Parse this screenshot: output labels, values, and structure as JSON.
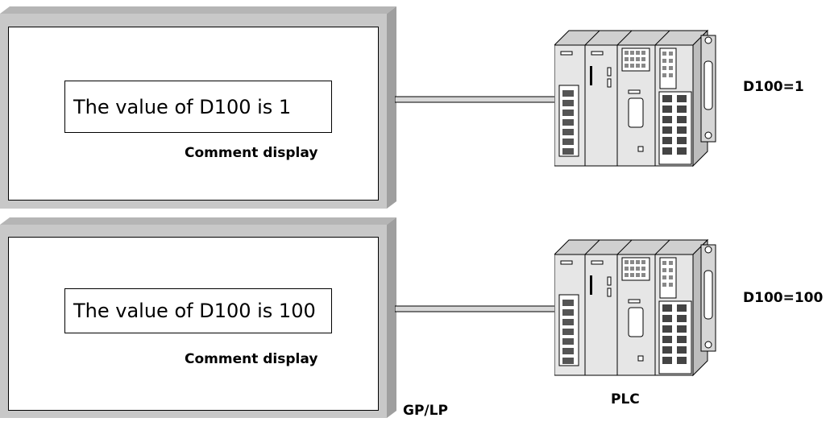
{
  "screens": [
    {
      "message": "The value of D100 is 1",
      "caption": "Comment display",
      "plc_value": "D100=1"
    },
    {
      "message": "The value of D100 is 100",
      "caption": "Comment display",
      "plc_value": "D100=100"
    }
  ],
  "labels": {
    "gp_lp": "GP/LP",
    "plc": "PLC"
  },
  "colors": {
    "frame_gray": "#c4c4c4",
    "frame_dark": "#a8a8a8",
    "cable": "#d8d8d8"
  }
}
